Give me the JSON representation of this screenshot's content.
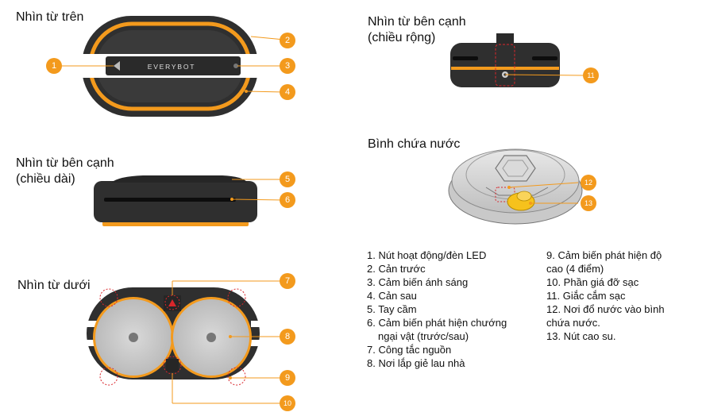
{
  "titles": {
    "top_view": "Nhìn từ trên",
    "side_length": "Nhìn từ bên cạnh\n(chiều dài)",
    "bottom_view": "Nhìn từ dưới",
    "side_width": "Nhìn từ bên cạnh\n(chiều rộng)",
    "water_tank": "Bình chứa nước"
  },
  "brand_text": "EVERYBOT",
  "badges": [
    "1",
    "2",
    "3",
    "4",
    "5",
    "6",
    "7",
    "8",
    "9",
    "10",
    "11",
    "12",
    "13"
  ],
  "legend_left": [
    "1. Nút hoạt động/đèn LED",
    "2. Cản trước",
    "3. Cảm biến ánh sáng",
    "4. Cản sau",
    "5. Tay cầm",
    "6. Cảm biến phát hiện chướng",
    "ngại vật (trước/sau)",
    "7. Công tắc nguồn",
    "8. Nơi lắp giẻ lau nhà"
  ],
  "legend_right": [
    "9. Cảm biến phát hiện độ",
    "cao (4 điểm)",
    "10. Phần giá đỡ sạc",
    "11. Giắc cắm sạc",
    "12. Nơi đổ nước vào bình",
    "chứa nước.",
    "13. Nút cao su."
  ],
  "colors": {
    "accent_orange": "#f39a1d",
    "body_dark": "#2f2f2f",
    "pad_gray": "#c8c8c8",
    "highlight_red": "#d9262b"
  }
}
